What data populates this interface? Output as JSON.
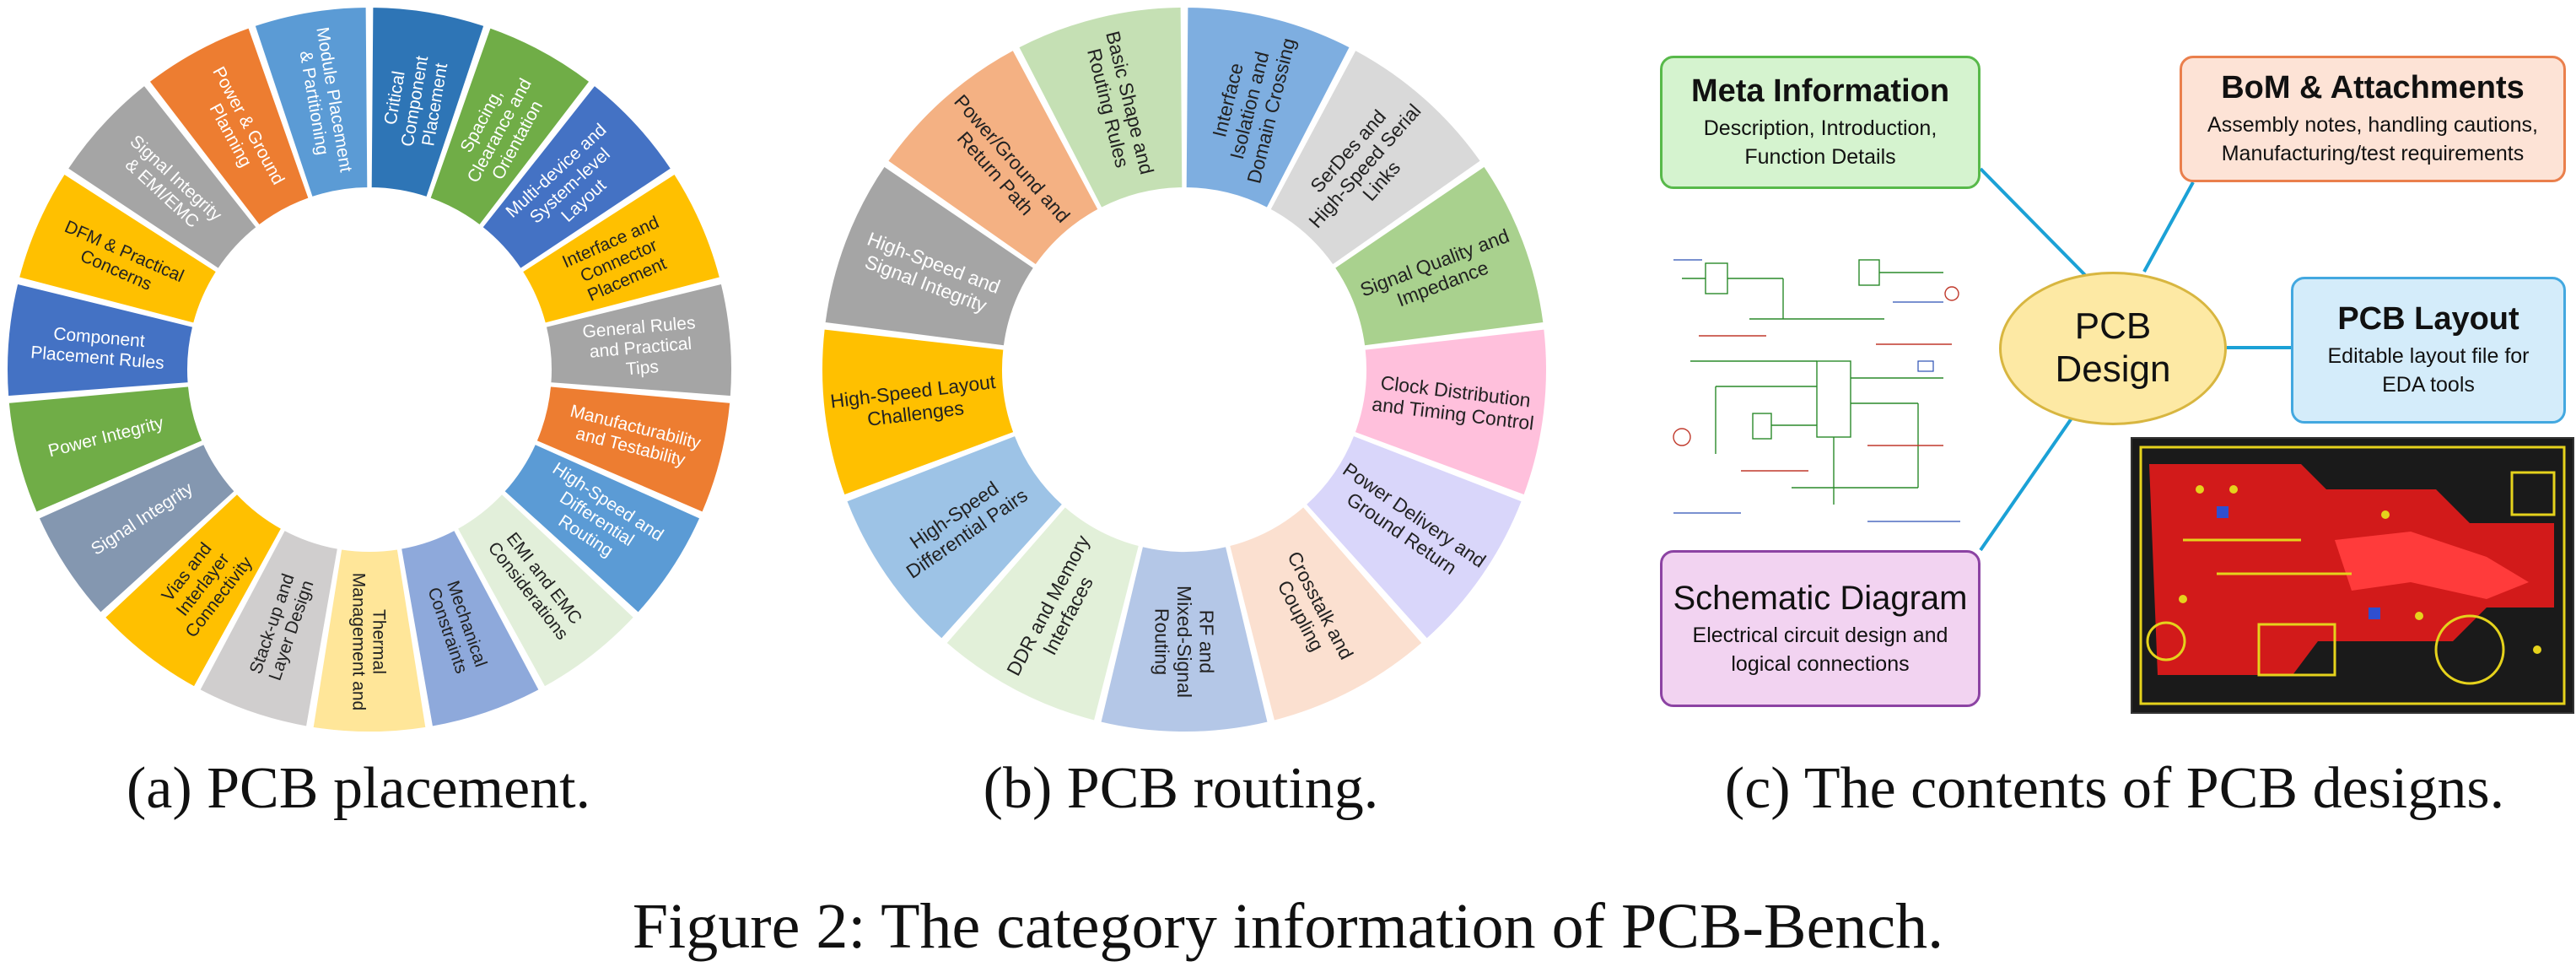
{
  "captions": {
    "a": "(a) PCB placement.",
    "b": "(b) PCB routing.",
    "c": "(c) The contents of PCB designs.",
    "figure": "Figure 2: The category information of PCB-Bench."
  },
  "placement_ring": {
    "segments": [
      {
        "label": "Critical Component Placement",
        "color": "#2e75b6"
      },
      {
        "label": "Spacing, Clearance and Orientation",
        "color": "#70ad47"
      },
      {
        "label": "Multi-device and System-level Layout",
        "color": "#4472c4"
      },
      {
        "label": "Interface and Connector Placement",
        "color": "#ffc000"
      },
      {
        "label": "General Rules and Practical Tips",
        "color": "#a5a5a5"
      },
      {
        "label": "Manufacturability and Testability",
        "color": "#ed7d31"
      },
      {
        "label": "High-Speed and Differential Routing",
        "color": "#5b9bd5"
      },
      {
        "label": "EMI and EMC Considerations",
        "color": "#e2efda"
      },
      {
        "label": "Mechanical Constraints",
        "color": "#8ea9db"
      },
      {
        "label": "Thermal Management and",
        "color": "#ffe699"
      },
      {
        "label": "Stack-up and Layer Design",
        "color": "#d0cece"
      },
      {
        "label": "Vias and Interlayer Connectivity",
        "color": "#ffc000"
      },
      {
        "label": "Signal Integrity",
        "color": "#8497b0"
      },
      {
        "label": "Power Integrity",
        "color": "#70ad47"
      },
      {
        "label": "Component Placement Rules",
        "color": "#4472c4"
      },
      {
        "label": "DFM & Practical Concerns",
        "color": "#ffc000"
      },
      {
        "label": "Signal Integrity & EMI/EMC",
        "color": "#a5a5a5"
      },
      {
        "label": "Power & Ground Planning",
        "color": "#ed7d31"
      },
      {
        "label": "Module Placement & Partitioning",
        "color": "#5b9bd5"
      }
    ]
  },
  "routing_ring": {
    "segments": [
      {
        "label": "Interface Isolation and Domain Crossing",
        "color": "#7eaee0"
      },
      {
        "label": "SerDes and High-Speed Serial Links",
        "color": "#d9d9d9"
      },
      {
        "label": "Signal Quality and Impedance",
        "color": "#a9d18e"
      },
      {
        "label": "Clock Distribution and Timing Control",
        "color": "#ffc0dc"
      },
      {
        "label": "Power Delivery and Ground Return",
        "color": "#d9d6fa"
      },
      {
        "label": "Crosstalk and Coupling",
        "color": "#fbe0d0"
      },
      {
        "label": "RF and Mixed-Signal Routing",
        "color": "#b4c7e7"
      },
      {
        "label": "DDR and Memory Interfaces",
        "color": "#e2f0d9"
      },
      {
        "label": "High-Speed Differential Pairs",
        "color": "#9dc3e6"
      },
      {
        "label": "High-Speed Layout Challenges",
        "color": "#ffc000"
      },
      {
        "label": "High-Speed and Signal Integrity",
        "color": "#a5a5a5"
      },
      {
        "label": "Power/Ground and Return Path",
        "color": "#f4b183"
      },
      {
        "label": "Basic Shape and Routing Rules",
        "color": "#c5e0b4"
      }
    ]
  },
  "contents": {
    "center": {
      "line1": "PCB",
      "line2": "Design"
    },
    "meta": {
      "title": "Meta Information",
      "desc1": "Description, Introduction,",
      "desc2": "Function Details"
    },
    "bom": {
      "title": "BoM & Attachments",
      "desc1": "Assembly notes, handling cautions,",
      "desc2": "Manufacturing/test requirements"
    },
    "layout": {
      "title": "PCB Layout",
      "desc1": "Editable layout file for",
      "desc2": "EDA tools"
    },
    "schematic": {
      "title": "Schematic Diagram",
      "desc1": "Electrical circuit design and",
      "desc2": "logical connections"
    },
    "connector_color": "#1ba1d6"
  }
}
